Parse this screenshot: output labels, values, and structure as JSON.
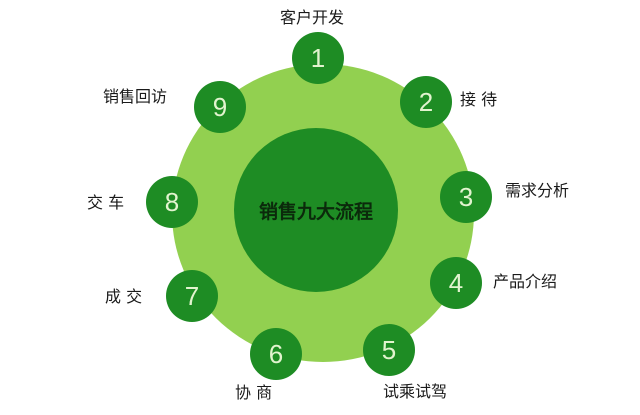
{
  "diagram": {
    "title": "销售九大流程",
    "colors": {
      "outer_ring": "#92d050",
      "node_fill": "#1e8c24",
      "inner_fill": "#1e8c24",
      "node_text": "#e2f4cf",
      "label_text": "#1a1a1a"
    },
    "steps": [
      {
        "number": "1",
        "label": "客户开发"
      },
      {
        "number": "2",
        "label": "接 待"
      },
      {
        "number": "3",
        "label": "需求分析"
      },
      {
        "number": "4",
        "label": "产品介绍"
      },
      {
        "number": "5",
        "label": "试乘试驾"
      },
      {
        "number": "6",
        "label": "协 商"
      },
      {
        "number": "7",
        "label": "成 交"
      },
      {
        "number": "8",
        "label": "交 车"
      },
      {
        "number": "9",
        "label": "销售回访"
      }
    ]
  }
}
